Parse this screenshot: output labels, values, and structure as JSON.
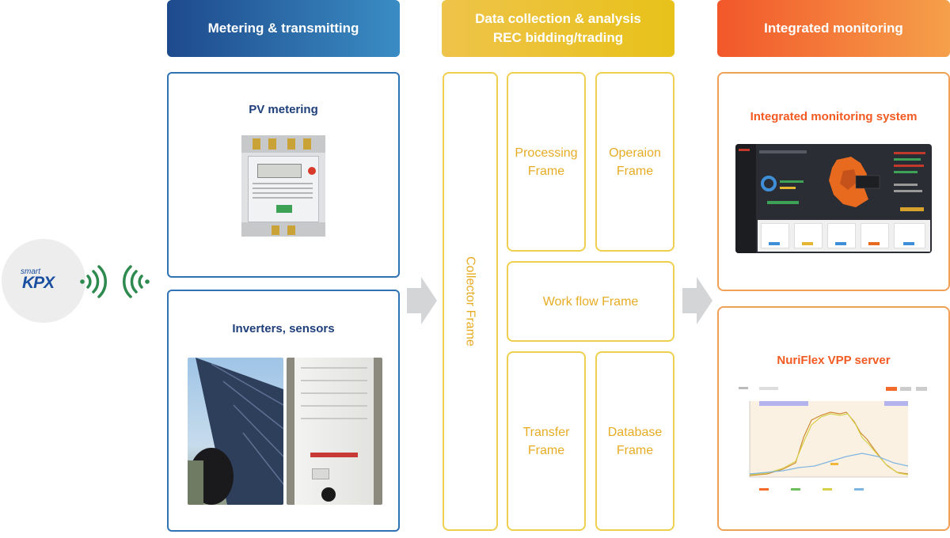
{
  "logo": {
    "small": "smart",
    "brand": "KPX"
  },
  "headers": {
    "metering": "Metering & transmitting",
    "collection_line1": "Data collection & analysis",
    "collection_line2": "REC bidding/trading",
    "monitoring": "Integrated monitoring"
  },
  "metering": {
    "pv_title": "PV metering",
    "inverters_title": "Inverters, sensors"
  },
  "frames": {
    "collector": "Collector Frame",
    "processing": "Processing Frame",
    "operation": "Operaion Frame",
    "workflow": "Work flow Frame",
    "transfer": "Transfer Frame",
    "database": "Database Frame"
  },
  "monitoring": {
    "system_title": "Integrated monitoring system",
    "server_title": "NuriFlex VPP server"
  },
  "colors": {
    "blue_border": "#2f73b5",
    "yellow_border": "#efcf4f",
    "orange_border": "#f1a058",
    "signal_green": "#2e8a4e"
  }
}
